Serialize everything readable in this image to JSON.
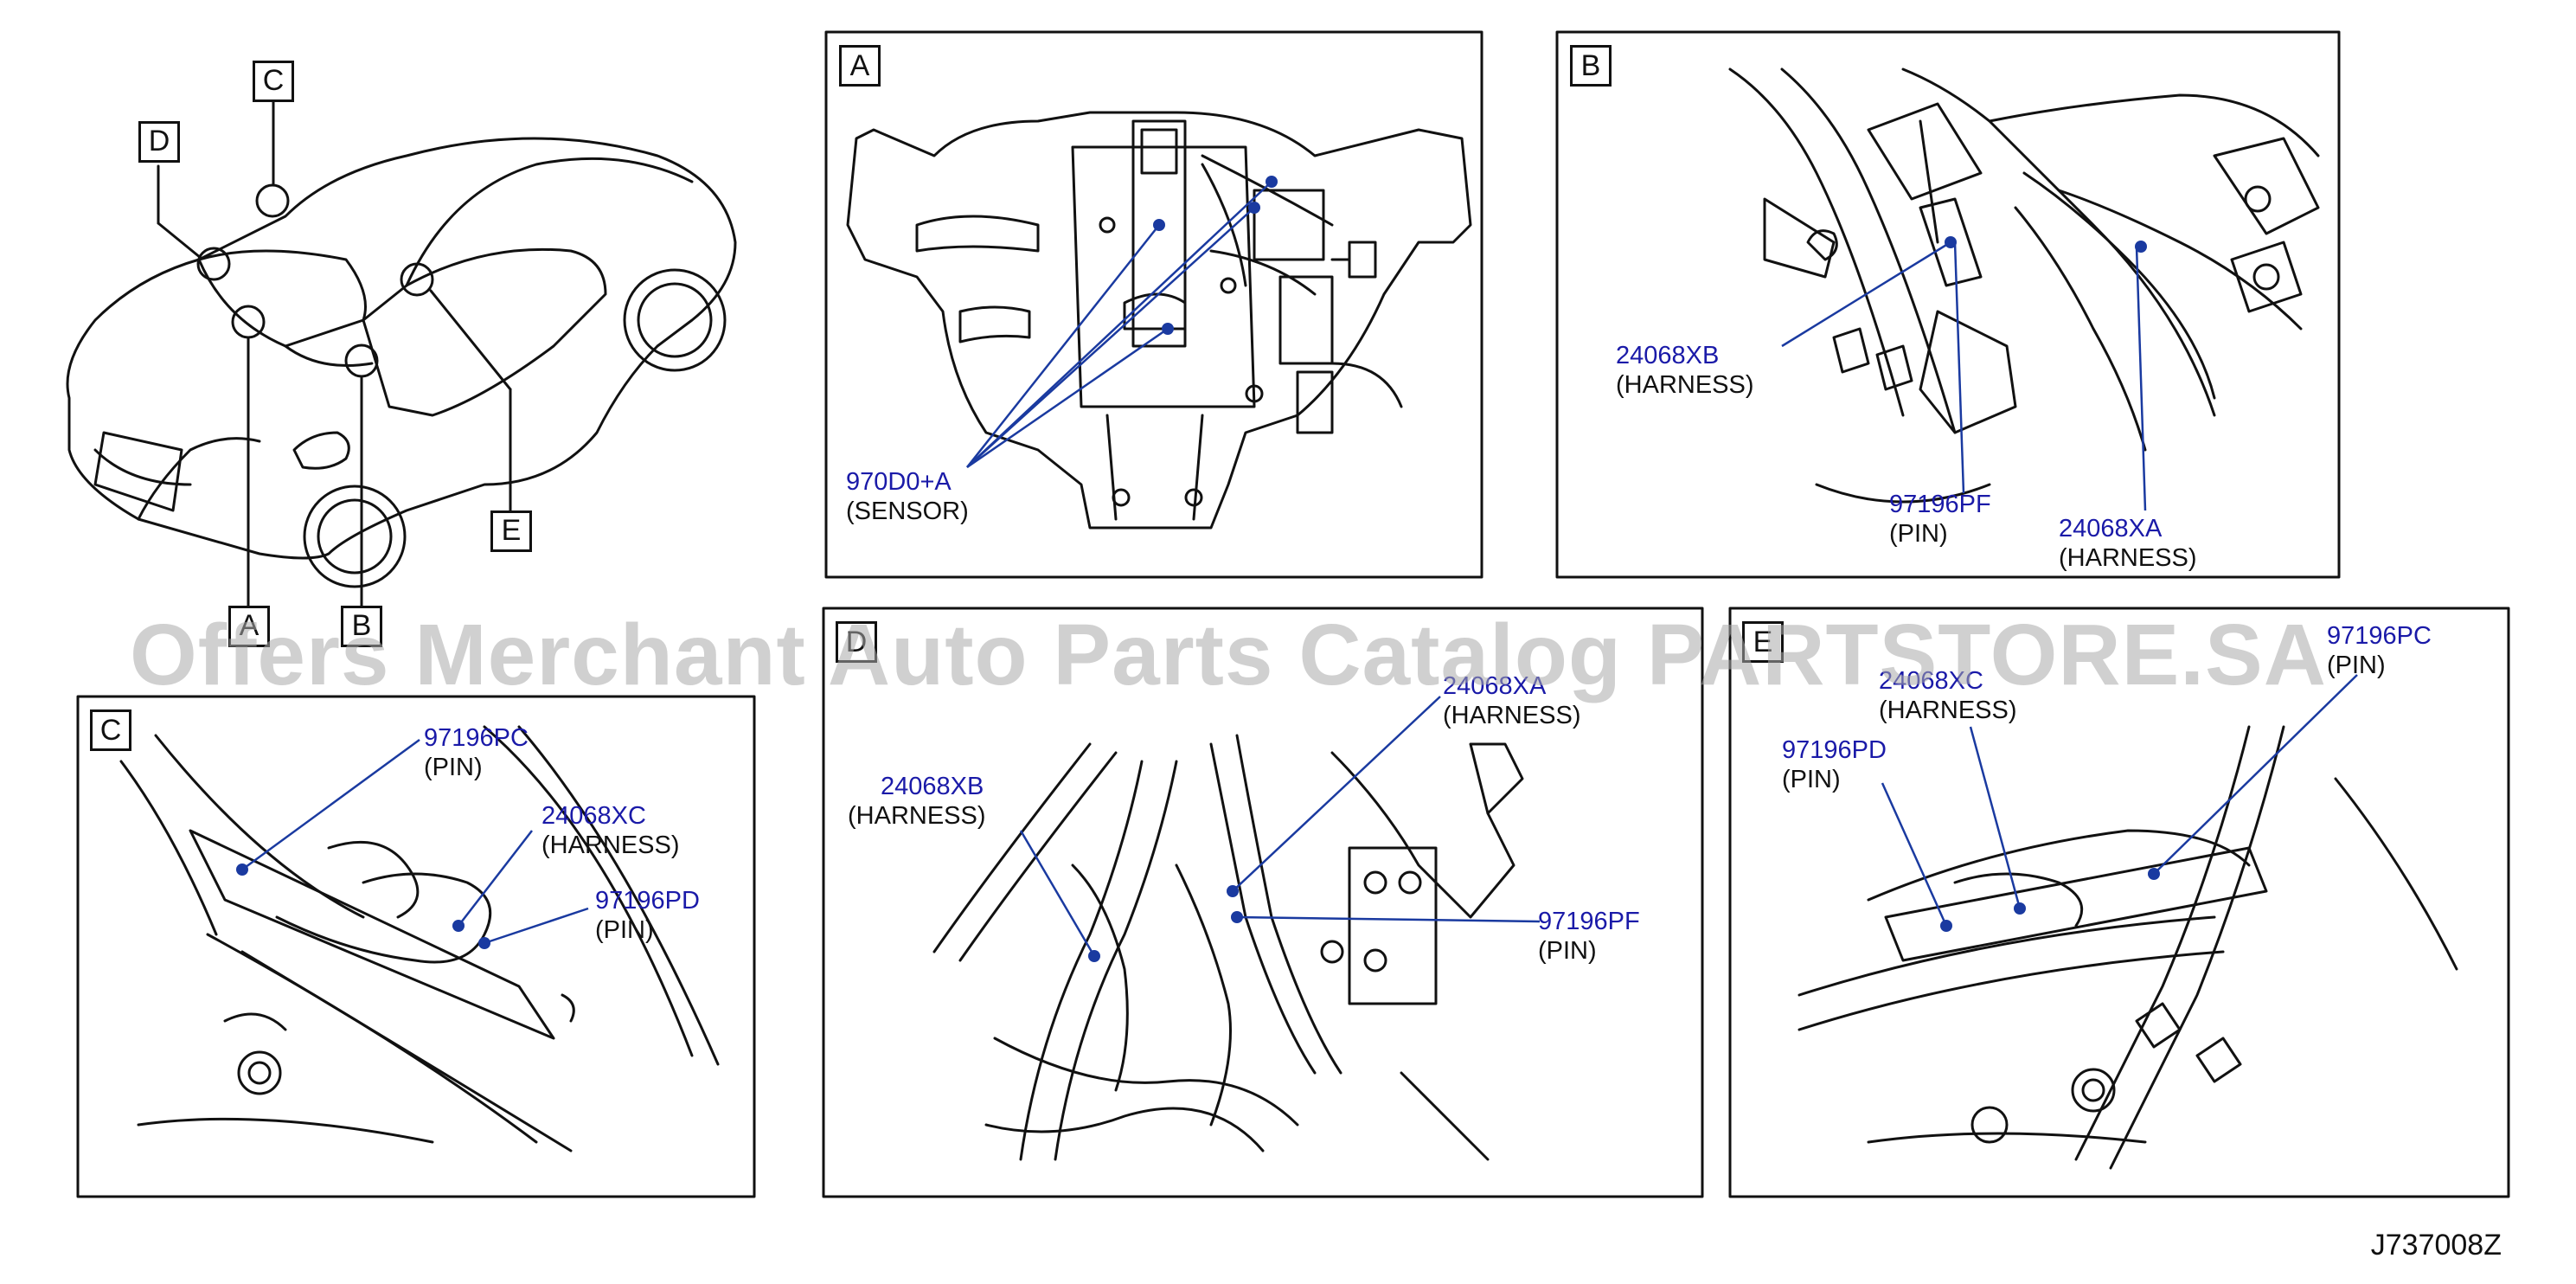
{
  "overview": {
    "callouts": [
      "C",
      "D",
      "A",
      "B",
      "E"
    ]
  },
  "panels": {
    "A": {
      "letter": "A",
      "labels": [
        {
          "part": "970D0+A",
          "desc": "(SENSOR)"
        }
      ]
    },
    "B": {
      "letter": "B",
      "labels": [
        {
          "part": "24068XB",
          "desc": "(HARNESS)"
        },
        {
          "part": "97196PF",
          "desc": "(PIN)"
        },
        {
          "part": "24068XA",
          "desc": "(HARNESS)"
        }
      ]
    },
    "C": {
      "letter": "C",
      "labels": [
        {
          "part": "97196PC",
          "desc": "(PIN)"
        },
        {
          "part": "24068XC",
          "desc": "(HARNESS)"
        },
        {
          "part": "97196PD",
          "desc": "(PIN)"
        }
      ]
    },
    "D": {
      "letter": "D",
      "labels": [
        {
          "part": "24068XA",
          "desc": "(HARNESS)"
        },
        {
          "part": "24068XB",
          "desc": "(HARNESS)"
        },
        {
          "part": "97196PF",
          "desc": "(PIN)"
        }
      ]
    },
    "E": {
      "letter": "E",
      "labels": [
        {
          "part": "97196PC",
          "desc": "(PIN)"
        },
        {
          "part": "24068XC",
          "desc": "(HARNESS)"
        },
        {
          "part": "97196PD",
          "desc": "(PIN)"
        }
      ]
    }
  },
  "watermark": "Offers Merchant Auto Parts Catalog PARTSTORE.SA",
  "diagram_code": "J737008Z",
  "colors": {
    "part_number": "#1a1aa8",
    "leader_line": "#1a3aa0",
    "line_art": "#111111",
    "watermark": "#aaaaaa"
  }
}
